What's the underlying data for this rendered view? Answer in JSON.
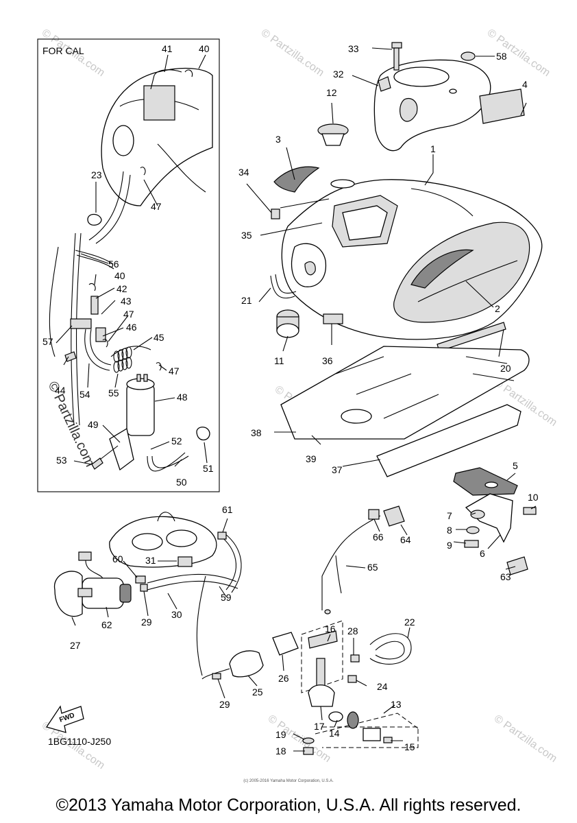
{
  "inset": {
    "label": "FOR CAL"
  },
  "diagram_code": "1BG1110-J250",
  "fwd_label": "FWD",
  "watermark": "© Partzilla.com",
  "tiny_credit": "(c) 2005-2016 Yamaha Motor Corporation, U.S.A.",
  "copyright": "©2013 Yamaha Motor Corporation, U.S.A. All rights reserved.",
  "callouts": {
    "c1": "1",
    "c2": "2",
    "c3": "3",
    "c4": "4",
    "c5": "5",
    "c6": "6",
    "c7": "7",
    "c8": "8",
    "c9": "9",
    "c10": "10",
    "c11": "11",
    "c12": "12",
    "c13": "13",
    "c14": "14",
    "c15": "15",
    "c16": "16",
    "c17": "17",
    "c18": "18",
    "c19": "19",
    "c20": "20",
    "c21": "21",
    "c22": "22",
    "c23": "23",
    "c24": "24",
    "c25": "25",
    "c26": "26",
    "c27": "27",
    "c28": "28",
    "c29a": "29",
    "c29b": "29",
    "c30": "30",
    "c31": "31",
    "c32": "32",
    "c33": "33",
    "c34": "34",
    "c35": "35",
    "c36": "36",
    "c37": "37",
    "c38": "38",
    "c39": "39",
    "c40a": "40",
    "c40b": "40",
    "c41": "41",
    "c42": "42",
    "c43": "43",
    "c44": "44",
    "c45": "45",
    "c46": "46",
    "c47a": "47",
    "c47b": "47",
    "c47c": "47",
    "c48": "48",
    "c49": "49",
    "c50": "50",
    "c51": "51",
    "c52": "52",
    "c53": "53",
    "c54": "54",
    "c55": "55",
    "c56": "56",
    "c57": "57",
    "c58": "58",
    "c59": "59",
    "c60": "60",
    "c61": "61",
    "c62": "62",
    "c63": "63",
    "c64": "64",
    "c65": "65",
    "c66": "66"
  }
}
